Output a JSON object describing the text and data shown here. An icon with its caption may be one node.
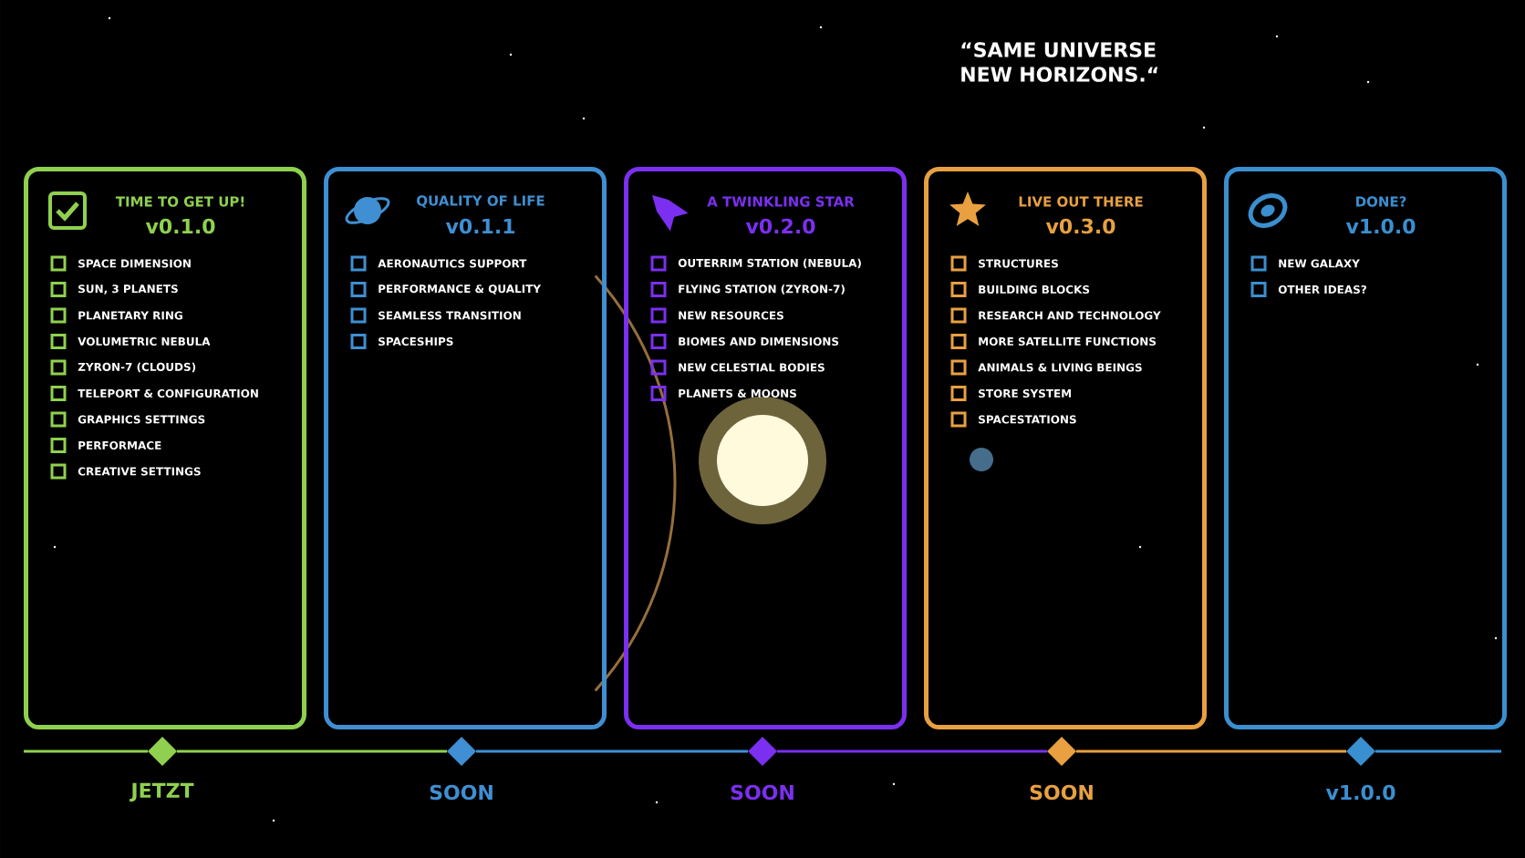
{
  "diagram": {
    "nodes": [
      {
        "text": [
          "TIME TO GET UP!",
          "v0.1.0",
          "SPACE DIMENSION",
          "SUN, 3 PLANETS",
          "PLANETARY RING",
          "VOLUMETRIC NEBULA",
          "ZYRON-7 (CLOUDS)",
          "TELEPORT & CONFIGURATION",
          "GRAPHICS SETTINGS",
          "PERFORMACE",
          "CREATIVE SETTINGS"
        ]
      },
      {
        "text": [
          "QUALITY OF LIFE",
          "v0.1.1",
          "AERONAUTICS SUPPORT",
          "PERFORMANCE & QUALITY",
          "SEAMLESS TRANSITION",
          "SPACESHIPS"
        ]
      },
      {
        "text": [
          "A TWINKLING STAR",
          "v0.2.0",
          "OUTERRIM STATION (NEBULA)",
          "FLYING STATION (ZYRON-7)",
          "NEW RESOURCES",
          "BIOMES AND DIMENSIONS",
          "NEW CELESTIAL BODIES",
          "PLANETS & MOONS"
        ]
      },
      {
        "text": [
          "LIVE OUT THERE",
          "v0.3.0",
          "STRUCTURES",
          "BUILDING BLOCKS",
          "RESEARCH AND TECHNOLOGY",
          "MORE SATELLITE FUNCTIONS",
          "ANIMALS & LIVING BEINGS",
          "STORE SYSTEM",
          "SPACESTATIONS"
        ]
      },
      {
        "text": [
          "DONE?",
          "v1.0.0",
          "NEW GALAXY",
          "OTHER IDEAS?"
        ]
      },
      {
        "text": [],
        "shape": "diamond",
        "beside": [
          "JETZT"
        ]
      },
      {
        "text": [],
        "shape": "diamond",
        "beside": [
          "SOON"
        ]
      },
      {
        "text": [],
        "shape": "diamond",
        "beside": [
          "SOON"
        ]
      },
      {
        "text": [],
        "shape": "diamond",
        "beside": [
          "SOON"
        ]
      },
      {
        "text": [],
        "shape": "diamond",
        "beside": [
          "v1.0.0"
        ]
      }
    ],
    "edges": [
      {
        "from": 5,
        "to": 6,
        "arrow": "none",
        "color": "#8fd14f"
      },
      {
        "from": 6,
        "to": 7,
        "arrow": "none",
        "color": "#3f8fd2"
      },
      {
        "from": 7,
        "to": 8,
        "arrow": "none",
        "color": "#7b2ff0"
      },
      {
        "from": 8,
        "to": 9,
        "arrow": "none",
        "color": "#e8a040"
      }
    ],
    "labels": [
      "“SAME UNIVERSE NEW HORIZONS.“"
    ]
  }
}
